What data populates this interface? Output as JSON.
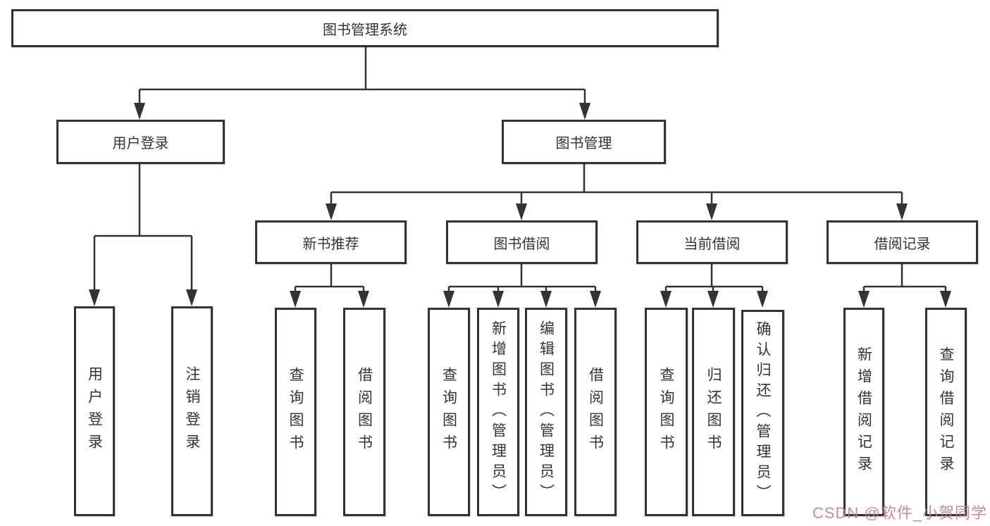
{
  "colors": {
    "line": "#333333",
    "box_border": "#333333",
    "text": "#333333",
    "background": "#ffffff",
    "watermark": "#c97b7b"
  },
  "tree": {
    "label": "图书管理系统",
    "children": [
      {
        "label": "用户登录",
        "children": [
          {
            "label": "用户登录"
          },
          {
            "label": "注销登录"
          }
        ]
      },
      {
        "label": "图书管理",
        "children": [
          {
            "label": "新书推荐",
            "children": [
              {
                "label": "查询图书"
              },
              {
                "label": "借阅图书"
              }
            ]
          },
          {
            "label": "图书借阅",
            "children": [
              {
                "label": "查询图书"
              },
              {
                "label": "新增图书（管理员）"
              },
              {
                "label": "编辑图书（管理员）"
              },
              {
                "label": "借阅图书"
              }
            ]
          },
          {
            "label": "当前借阅",
            "children": [
              {
                "label": "查询图书"
              },
              {
                "label": "归还图书"
              },
              {
                "label": "确认归还（管理员）"
              }
            ]
          },
          {
            "label": "借阅记录",
            "children": [
              {
                "label": "新增借阅记录"
              },
              {
                "label": "查询借阅记录"
              }
            ]
          }
        ]
      }
    ]
  },
  "watermark": {
    "text": "CSDN @软件_小贺同学"
  }
}
